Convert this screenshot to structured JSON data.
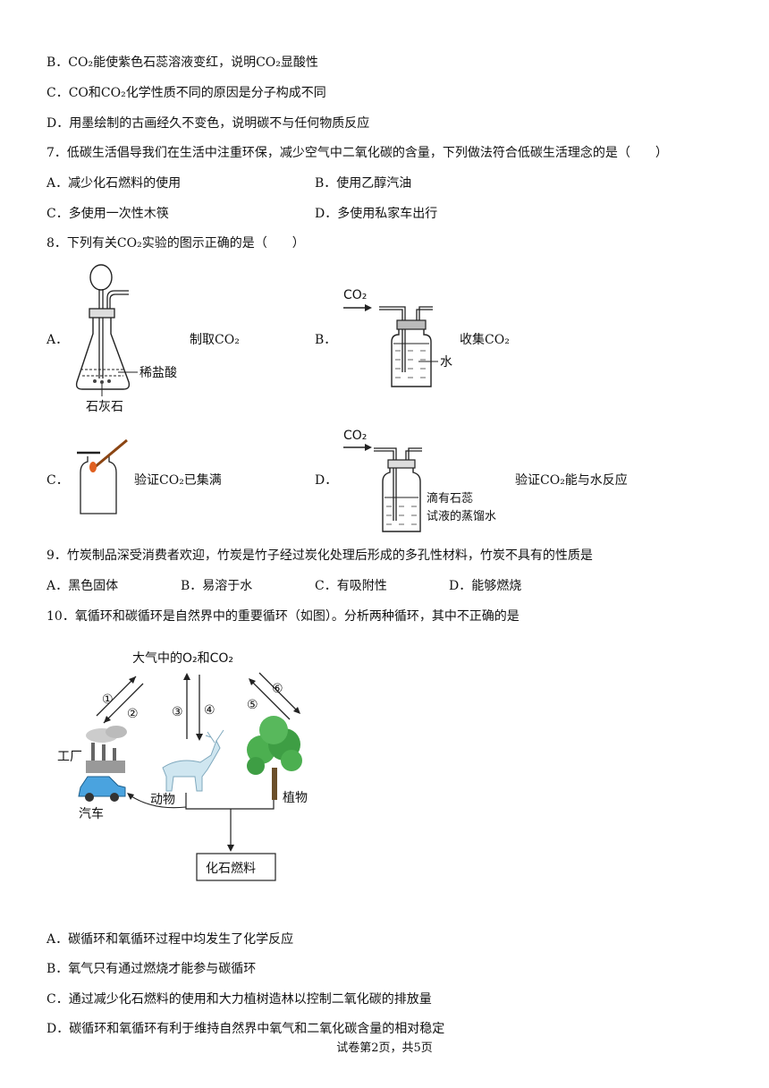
{
  "q6": {
    "opt_b": "B．CO₂能使紫色石蕊溶液变红，说明CO₂显酸性",
    "opt_c": "C．CO和CO₂化学性质不同的原因是分子构成不同",
    "opt_d": "D．用墨绘制的古画经久不变色，说明碳不与任何物质反应"
  },
  "q7": {
    "stem": "7．低碳生活倡导我们在生活中注重环保，减少空气中二氧化碳的含量，下列做法符合低碳生活理念的是（　　）",
    "options": [
      "A．减少化石燃料的使用",
      "B．使用乙醇汽油",
      "C．多使用一次性木筷",
      "D．多使用私家车出行"
    ]
  },
  "q8": {
    "stem": "8．下列有关CO₂实验的图示正确的是（　　）",
    "a_letter": "A．",
    "a_caption": "制取CO₂",
    "a_label_acid": "稀盐酸",
    "a_label_stone": "石灰石",
    "b_letter": "B．",
    "b_caption": "收集CO₂",
    "b_co2": "CO₂",
    "b_water": "水",
    "c_letter": "C．",
    "c_caption": "验证CO₂已集满",
    "d_letter": "D．",
    "d_caption": "验证CO₂能与水反应",
    "d_co2": "CO₂",
    "d_label_1": "滴有石蕊",
    "d_label_2": "试液的蒸馏水"
  },
  "q9": {
    "stem": "9．竹炭制品深受消费者欢迎，竹炭是竹子经过炭化处理后形成的多孔性材料，竹炭不具有的性质是",
    "options": [
      "A．黑色固体",
      "B．易溶于水",
      "C．有吸附性",
      "D．能够燃烧"
    ]
  },
  "q10": {
    "stem": "10．氧循环和碳循环是自然界中的重要循环（如图）。分析两种循环，其中不正确的是",
    "diagram": {
      "atmosphere": "大气中的O₂和CO₂",
      "factory": "工厂",
      "car": "汽车",
      "animal": "动物",
      "plant": "植物",
      "fossil": "化石燃料",
      "n1": "①",
      "n2": "②",
      "n3": "③",
      "n4": "④",
      "n5": "⑤",
      "n6": "⑥"
    },
    "options": [
      "A．碳循环和氧循环过程中均发生了化学反应",
      "B．氧气只有通过燃烧才能参与碳循环",
      "C．通过减少化石燃料的使用和大力植树造林以控制二氧化碳的排放量",
      "D．碳循环和氧循环有利于维持自然界中氧气和二氧化碳含量的相对稳定"
    ]
  },
  "footer": "试卷第2页，共5页"
}
